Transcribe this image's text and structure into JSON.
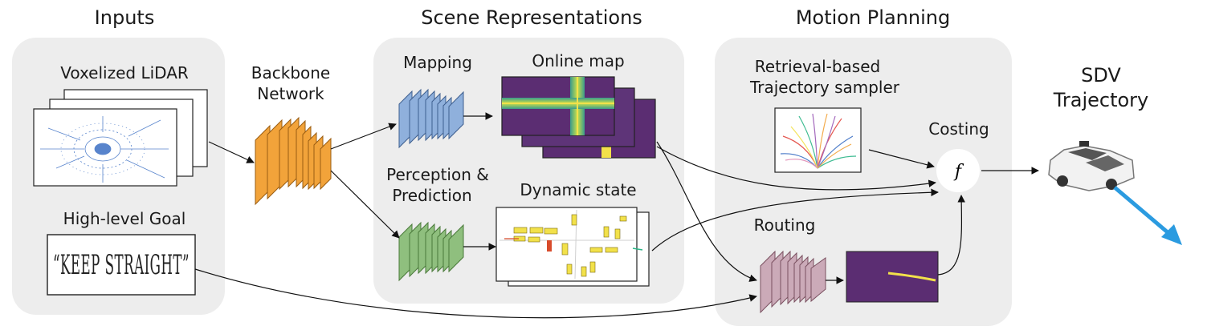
{
  "sections": {
    "inputs": "Inputs",
    "scene": "Scene Representations",
    "planning": "Motion Planning"
  },
  "labels": {
    "lidar": "Voxelized LiDAR",
    "goal": "High-level Goal",
    "backbone_1": "Backbone",
    "backbone_2": "Network",
    "mapping": "Mapping",
    "online_map": "Online map",
    "perception_1": "Perception &",
    "perception_2": "Prediction",
    "dynamic_state": "Dynamic state",
    "sampler_1": "Retrieval-based",
    "sampler_2": "Trajectory sampler",
    "costing": "Costing",
    "routing": "Routing",
    "sdv_1": "SDV",
    "sdv_2": "Trajectory",
    "cost_symbol": "f"
  },
  "goal_text": "“KEEP STRAIGHT”",
  "colors": {
    "panel": "#ededed",
    "backbone": "#f2a33a",
    "mapping": "#8fb0dc",
    "perception": "#8fbf7e",
    "routing": "#cbaab8",
    "map_purple": "#5b2d72",
    "lane_yellow": "#f2e14a",
    "lane_green": "#2bb587",
    "trajectory_arrow": "#2b9be0"
  }
}
